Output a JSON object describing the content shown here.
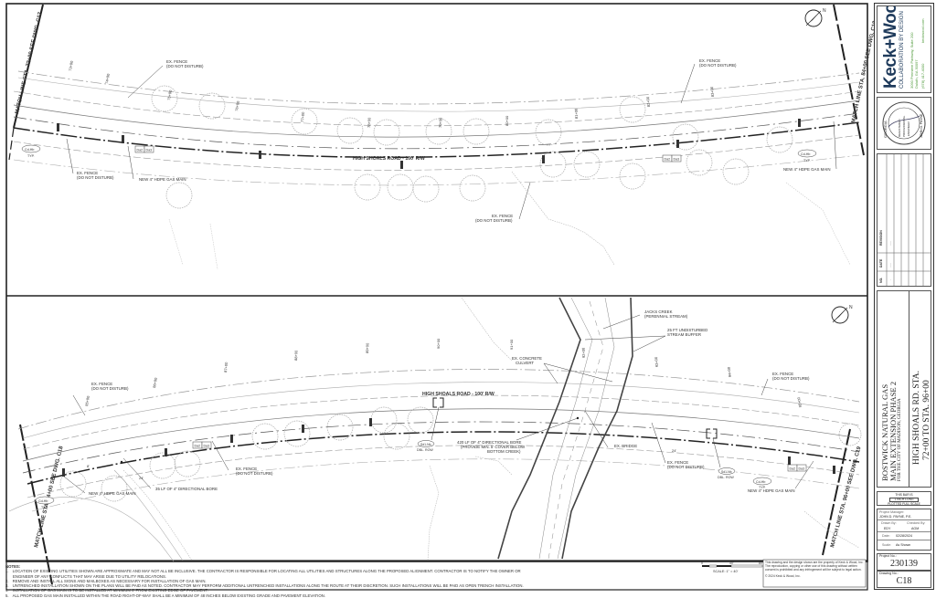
{
  "plan_top": {
    "road_label": "HIGH SHOALS ROAD - 100' R/W",
    "match_line_left": "MATCH LINE STA. 72+00 SEE DWG. C17",
    "match_line_right": "MATCH LINE STA. 84+00 SEE DWG. C18",
    "stations": [
      "73+00",
      "74+00",
      "75+00",
      "76+00",
      "77+00",
      "78+00",
      "79+00",
      "80+00",
      "81+00",
      "82+00",
      "83+00"
    ],
    "callouts": {
      "fence_1": [
        "EX. FENCE",
        "(DO NOT DISTURB)"
      ],
      "fence_2": [
        "EX. FENCE",
        "(DO NOT DISTURB)"
      ],
      "fence_3": [
        "EX. FENCE",
        "(DO NOT DISTURB)"
      ],
      "fence_4": [
        "EX. FENCE",
        "(DO NOT DISTURB)"
      ],
      "gas_main_1": "NEW 4\" HDPE GAS MAIN",
      "gas_main_2": "NEW 4\" HDPE GAS MAIN",
      "tag_left": "Cd-Hb",
      "tag_left_sub": "TYP.",
      "tag_right": "Cd-Hb",
      "tag_right_sub": "TYP.",
      "box_a": "Da2",
      "box_b": "Da3"
    }
  },
  "plan_bottom": {
    "road_label": "HIGH SHOALS ROAD - 100' R/W",
    "match_line_left": "MATCH LINE STA. 84+00 SEE DWG. C18",
    "match_line_right": "MATCH LINE STA. 96+00 SEE DWG. C19",
    "stations": [
      "85+00",
      "86+00",
      "87+00",
      "88+00",
      "89+00",
      "90+00",
      "91+00",
      "92+00",
      "93+00",
      "94+00",
      "95+00"
    ],
    "callouts": {
      "creek": [
        "JACKS CREEK",
        "(PERENNIAL STREAM)"
      ],
      "buffer": [
        "25 FT UNDISTURBED",
        "STREAM BUFFER"
      ],
      "culvert": [
        "EX. CONCRETE",
        "CULVERT"
      ],
      "bridge": "EX. BRIDGE",
      "bore_420": [
        "420 LF OF 4\" DIRECTIONAL BORE",
        "(PROVIDE MIN. 5' COVER BELOW",
        "BOTTOM CREEK)"
      ],
      "bore_35": "35 LF OF 4\" DIRECTIONAL BORE",
      "fence_1": [
        "EX. FENCE",
        "(DO NOT DISTURB)"
      ],
      "fence_2": [
        "EX. FENCE",
        "(DO NOT DISTURB)"
      ],
      "fence_3": [
        "EX. FENCE",
        "(DO NOT DISTURB)"
      ],
      "fence_4": [
        "EX. FENCE",
        "(DO NOT DISTURB)"
      ],
      "gas_main_1": "NEW 4\" HDPE GAS MAIN",
      "gas_main_2": "NEW 4\" HDPE GAS MAIN",
      "dbl_row_1": "Sd1-Nb",
      "dbl_row_1_sub": "DBL. ROW",
      "dbl_row_2": "Sd1-Nb",
      "dbl_row_2_sub": "DBL. ROW",
      "tag_left": "Cd-Hb",
      "tag_left_sub": "TYP.",
      "tag_right": "Cd-Hb",
      "tag_right_sub": "TYP.",
      "box_a": "Da2",
      "box_b": "Da3",
      "dim_24": "24'",
      "dim_8": "8'"
    }
  },
  "north_arrow_label": "N",
  "scale_bar": {
    "ticks": [
      "0",
      "40'",
      "80'"
    ],
    "label": "SCALE: 1\" = 40'"
  },
  "copyright_box": {
    "text": "This drawing and the design shown are the property of Keck & Wood, Inc. The reproduction, copying or other use of this drawing without written consent is prohibited and any infringement will be subject to legal action.",
    "copyright": "© 2024 Keck & Wood, Inc."
  },
  "notes": {
    "heading": "NOTES:",
    "items": [
      {
        "num": "1.",
        "text": "LOCATION OF EXISTING UTILITIES SHOWN ARE APPROXIMATE AND MAY NOT ALL BE INCLUSIVE. THE CONTRACTOR IS RESPONSIBLE FOR LOCATING ALL UTILITIES AND STRUCTURES ALONG THE PROPOSED ALIGNMENT. CONTRACTOR IS TO NOTIFY THE OWNER OR"
      },
      {
        "num": "",
        "text": "ENGINEER OF ANY CONFLICTS THAT MAY ARISE DUE TO UTILITY RELOCATIONS."
      },
      {
        "num": "2.",
        "text": "REMOVE AND INSTALL ALL SIGNS AND MAILBOXES AS NECESSARY FOR INSTALLATION OF GAS MAIN."
      },
      {
        "num": "3.",
        "text": "UNTRENCHED INSTALLATION SHOWN ON THE PLANS WILL BE PAID AS NOTED. CONTRACTOR MAY PERFORM ADDITIONAL UNTRENCHED INSTALLATIONS ALONG THE ROUTE AT THEIR DISCRETION. SUCH INSTALLATIONS WILL BE PAID AS OPEN TRENCH INSTALLATION."
      },
      {
        "num": "4.",
        "text": "INSTALLATION OF GAS MAIN IS TO BE INSTALLED AT MINIMUM 6' FROM EXISTING EDGE OF PAVEMENT."
      },
      {
        "num": "5.",
        "text": "ALL PROPOSED GAS MAIN INSTALLED WITHIN THE ROAD RIGHT-OF-WAY SHALL BE A MINIMUM OF 48 INCHES BELOW EXISTING GRADE AND PAVEMENT ELEVATION."
      }
    ]
  },
  "title_block": {
    "brand": "Keck+Wood",
    "tagline": "COLLABORATION BY DESIGN",
    "address_1": "3090 Premiere Parkway, Suite 200",
    "address_2": "Duluth, GA 30097",
    "phone": "(678) 417-4000",
    "web": "keckwood.com",
    "seal": {
      "state": "GEORGIA",
      "line1": "REGISTERED",
      "line2": "PROFESSIONAL",
      "line3": "ENGINEER",
      "name": "JOHN D. PAYNE"
    },
    "revision_headers": {
      "no": "NO.",
      "date": "DATE",
      "revision": "REVISION"
    },
    "revision_rows": [
      {
        "no": "-",
        "date": "-----",
        "revision": "-----"
      }
    ],
    "project_title_1": "BOSTWICK NATURAL GAS",
    "project_title_2": "MAIN EXTENSION PHASE 2",
    "project_title_3": "FOR THE CITY OF MADISON, GEORGIA",
    "sheet_title_1": "HIGH SHOALS RD. STA.",
    "sheet_title_2": "72+00 TO STA. 96+00",
    "scale_check": {
      "line1": "THIS BAR IS",
      "line2": "1 INCH LONG",
      "line3": "PLOTTED FULL SCALE"
    },
    "project_manager_label": "Project Manager:",
    "project_manager": "JOHN D. PAYNE, P.E.",
    "drawn_by_label": "Drawn By:",
    "drawn_by": "EDY",
    "checked_by_label": "Checked By:",
    "checked_by": "AGM",
    "date_label": "Date:",
    "date": "02/28/2024",
    "scale_label": "Scale:",
    "scale": "As Shown",
    "project_no_label": "Project No.:",
    "project_no": "230139",
    "drawing_no_label": "Drawing No.:",
    "drawing_no": "C18"
  },
  "colors": {
    "brand_navy": "#1f3b5c",
    "brand_green": "#4f9a3b",
    "line": "#333333",
    "light_line": "#9a9a9a"
  }
}
